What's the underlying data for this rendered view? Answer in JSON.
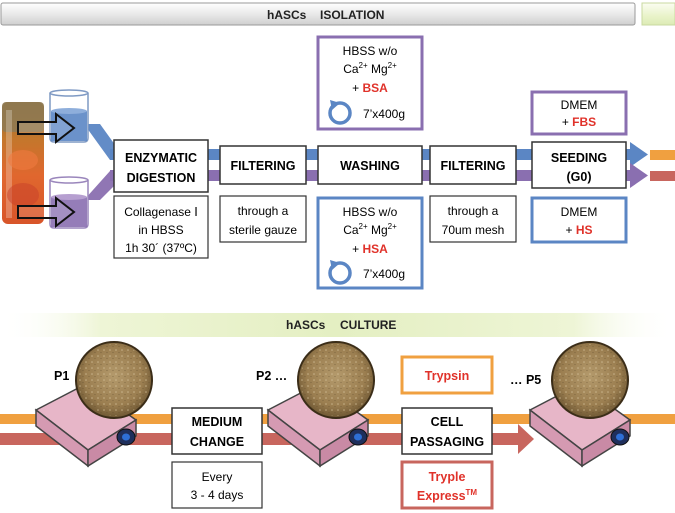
{
  "isolation_header": {
    "title_a": "hASCs",
    "title_b": "ISOLATION"
  },
  "culture_header": {
    "title_a": "hASCs",
    "title_b": "CULTURE"
  },
  "isolation": {
    "enzymatic": {
      "line1": "ENZYMATIC",
      "line2": "DIGESTION"
    },
    "enzymatic_note": {
      "line1": "Collagenase Ⅰ",
      "line2": "in HBSS",
      "line3": "1h 30´ (37ºC)"
    },
    "filtering1": {
      "label": "FILTERING"
    },
    "filtering1_note": {
      "line1": "through a",
      "line2": "sterile gauze"
    },
    "washing": {
      "label": "WASHING"
    },
    "washing_top": {
      "line1": "HBSS w/o",
      "line2_a": "Ca",
      "line2_sup1": "2+",
      "line2_b": " Mg",
      "line2_sup2": "2+",
      "line3_plus": "+ ",
      "line3_red": "BSA",
      "spin": "7’x400g"
    },
    "washing_bottom": {
      "line1": "HBSS w/o",
      "line2_a": "Ca",
      "line2_sup1": "2+",
      "line2_b": " Mg",
      "line2_sup2": "2+",
      "line3_plus": "+ ",
      "line3_red": "HSA",
      "spin": "7’x400g"
    },
    "filtering2": {
      "label": "FILTERING"
    },
    "filtering2_note": {
      "line1": "through a",
      "line2": "70um mesh"
    },
    "seeding": {
      "line1": "SEEDING",
      "line2": "(G0)"
    },
    "seeding_top": {
      "line1": "DMEM",
      "line2_plus": "+ ",
      "line2_red": "FBS"
    },
    "seeding_bottom": {
      "line1": "DMEM",
      "line2_plus": "+ ",
      "line2_red": "HS"
    }
  },
  "culture": {
    "p1": "P1",
    "p2": "P2 …",
    "p5": "… P5",
    "medium_change": {
      "line1": "MEDIUM",
      "line2": "CHANGE"
    },
    "every": {
      "line1": "Every",
      "line2": "3 - 4 days"
    },
    "cell_passaging": {
      "line1": "CELL",
      "line2": "PASSAGING"
    },
    "trypsin": "Trypsin",
    "tryple": {
      "line1": "Tryple",
      "line2": "Express",
      "sup": "TM"
    }
  },
  "colors": {
    "blue": "#5b86c4",
    "blue_light": "#8eaedb",
    "purple": "#8a6fb0",
    "purple_light": "#b69fd0",
    "orange": "#f0a040",
    "red_arrow": "#c8665e",
    "red_text": "#e0322a",
    "header_green": "#e8f2c8"
  }
}
